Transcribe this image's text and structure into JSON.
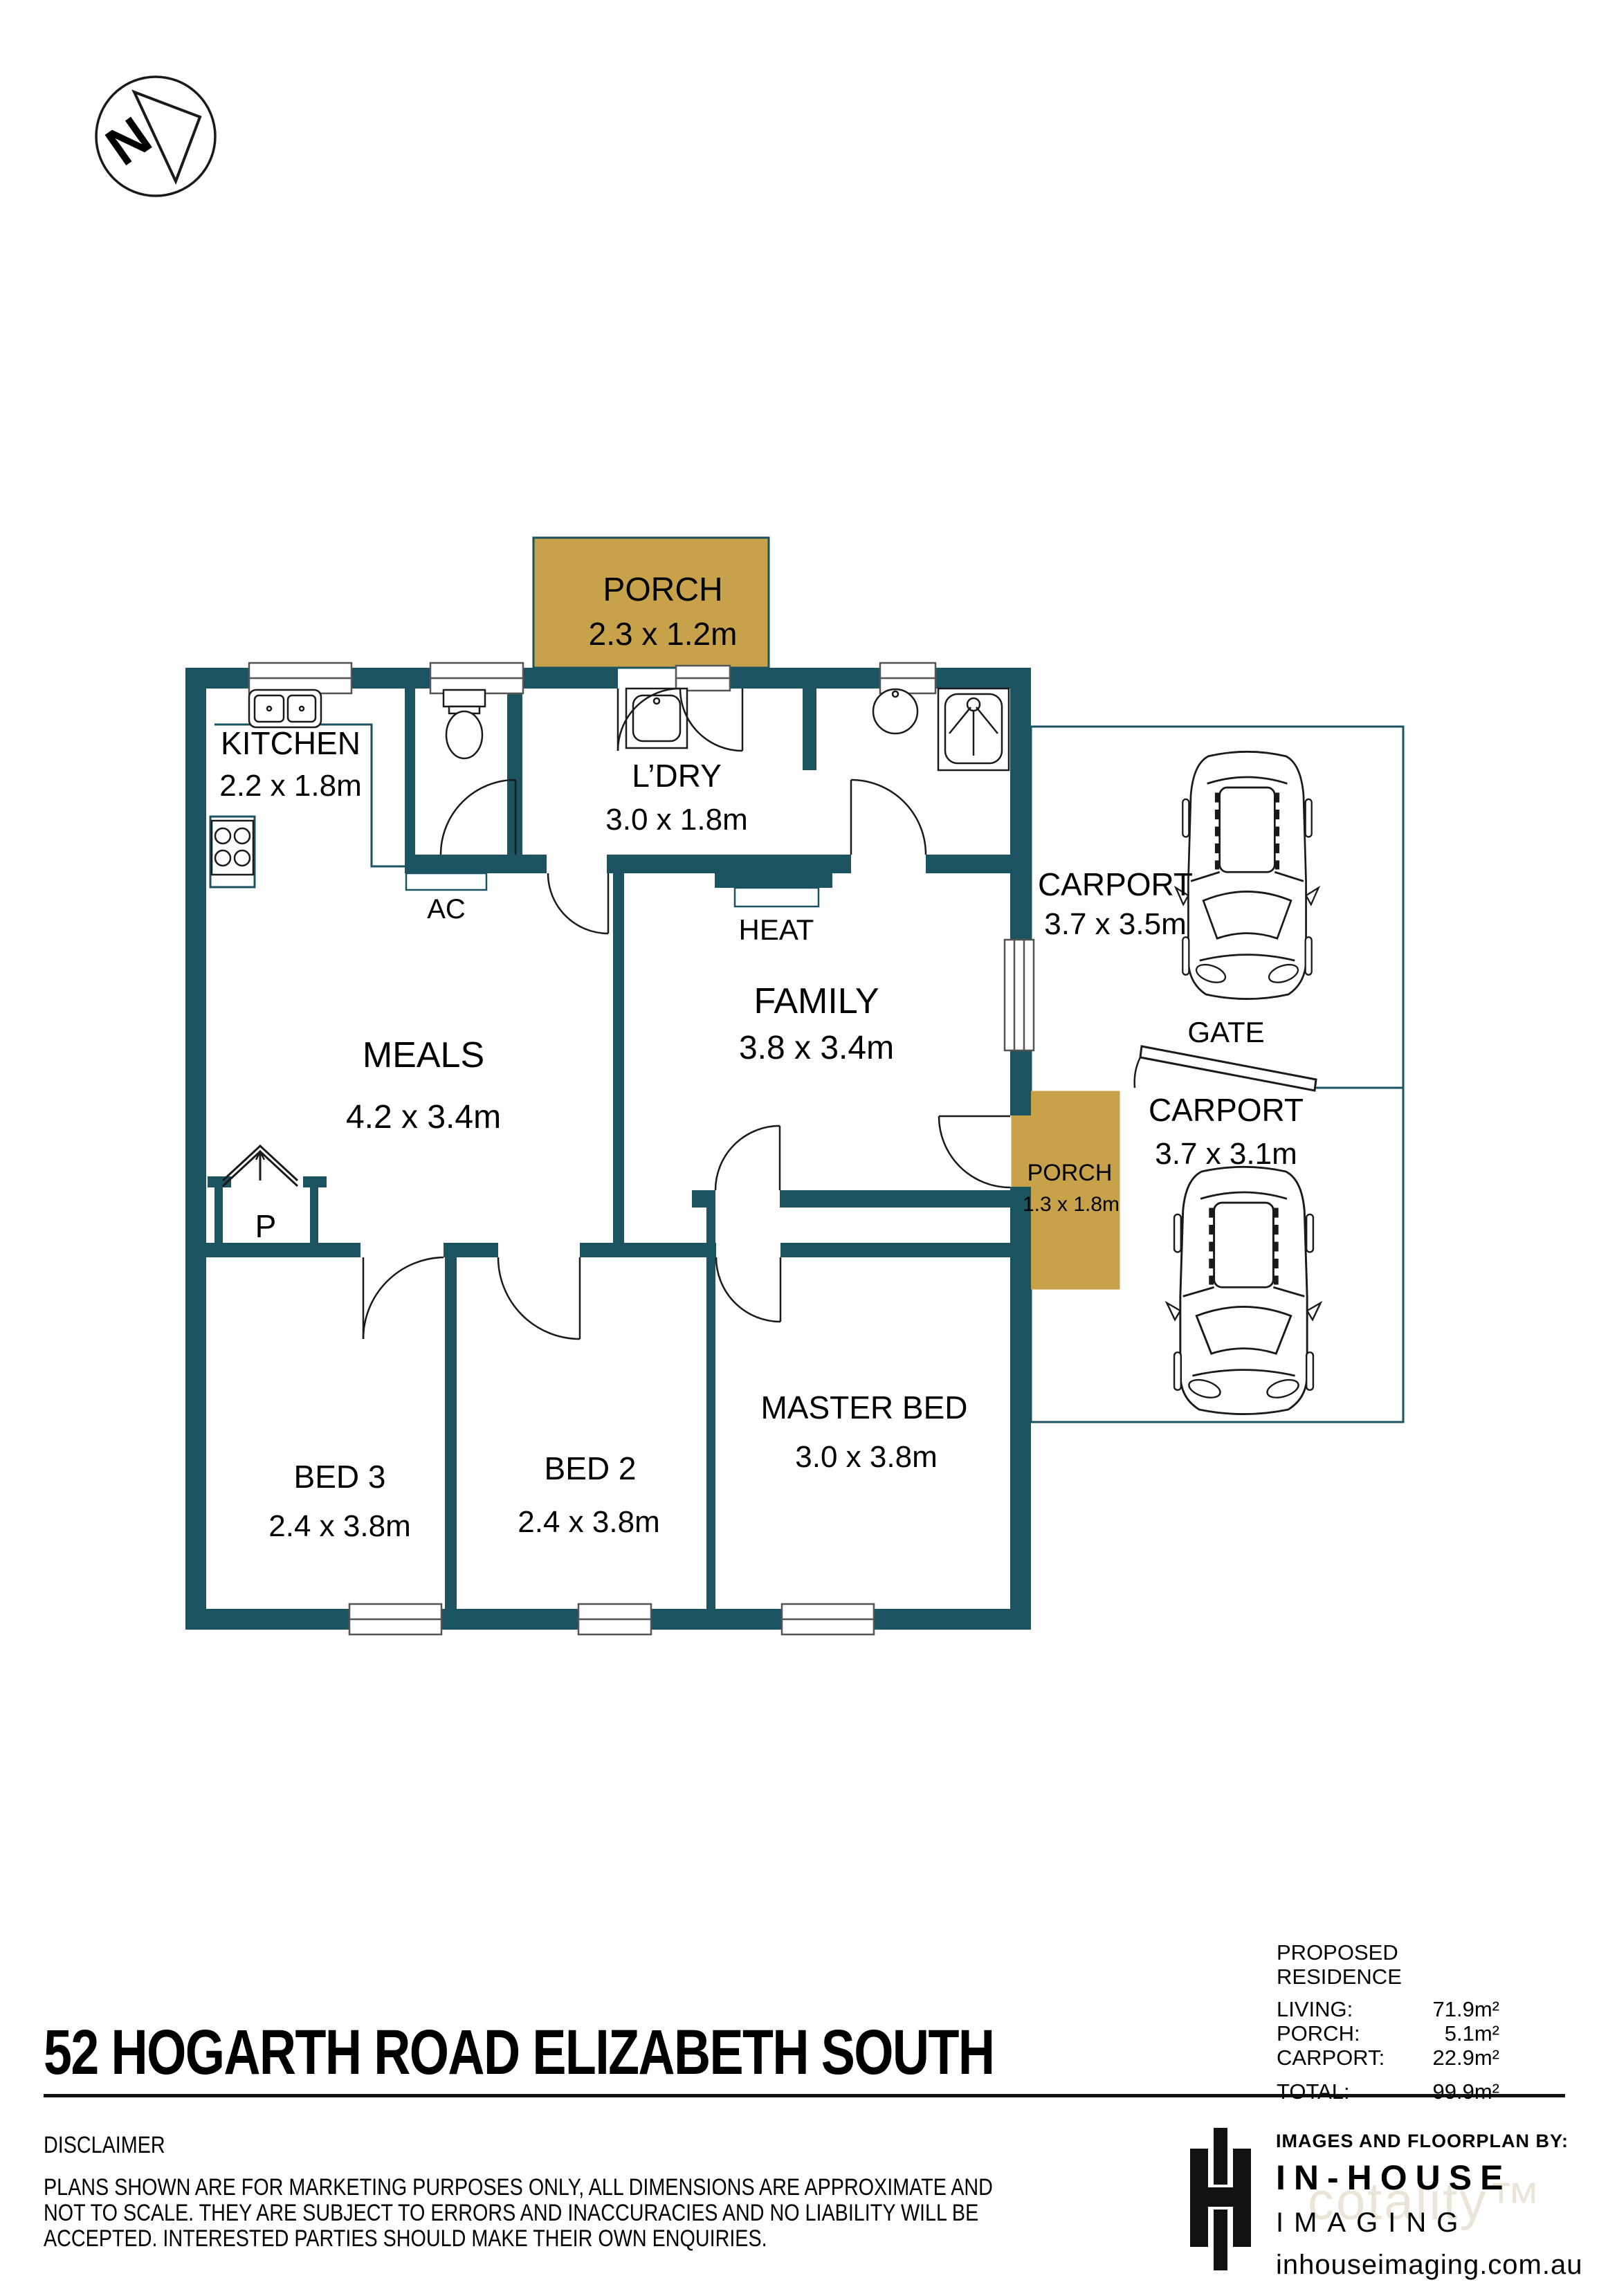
{
  "compass": {
    "north_label": "N"
  },
  "plan": {
    "porch_top": {
      "name": "PORCH",
      "dims": "2.3 x 1.2m"
    },
    "kitchen": {
      "name": "KITCHEN",
      "dims": "2.2 x 1.8m"
    },
    "laundry": {
      "name": "L’DRY",
      "dims": "3.0 x 1.8m"
    },
    "ac_label": "AC",
    "heat_label": "HEAT",
    "meals": {
      "name": "MEALS",
      "dims": "4.2 x 3.4m"
    },
    "family": {
      "name": "FAMILY",
      "dims": "3.8 x 3.4m"
    },
    "carport_rear": {
      "name": "CARPORT",
      "dims": "3.7 x 3.5m"
    },
    "gate_label": "GATE",
    "carport_front": {
      "name": "CARPORT",
      "dims": "3.7 x 3.1m"
    },
    "porch_side": {
      "name": "PORCH",
      "dims": "1.3 x 1.8m"
    },
    "bed3": {
      "name": "BED 3",
      "dims": "2.4 x 3.8m"
    },
    "bed2": {
      "name": "BED 2",
      "dims": "2.4 x 3.8m"
    },
    "master": {
      "name": "MASTER BED",
      "dims": "3.0 x 3.8m"
    },
    "pantry_label": "P"
  },
  "areas": {
    "title": "PROPOSED RESIDENCE",
    "rows": [
      {
        "label": "LIVING:",
        "value": "71.9m²"
      },
      {
        "label": "PORCH:",
        "value": "5.1m²"
      },
      {
        "label": "CARPORT:",
        "value": "22.9m²"
      }
    ],
    "total": {
      "label": "TOTAL:",
      "value": "99.9m²"
    }
  },
  "footer": {
    "address": "52 HOGARTH ROAD ELIZABETH SOUTH",
    "disclaimer_title": "DISCLAIMER",
    "disclaimer_lines": [
      "PLANS SHOWN ARE FOR MARKETING PURPOSES ONLY, ALL DIMENSIONS ARE APPROXIMATE AND",
      "NOT TO SCALE. THEY ARE SUBJECT TO ERRORS AND INACCURACIES AND NO LIABILITY WILL BE",
      "ACCEPTED. INTERESTED PARTIES SHOULD MAKE THEIR OWN ENQUIRIES."
    ]
  },
  "branding": {
    "tagline": "IMAGES AND FLOORPLAN BY:",
    "name_line1": "IN-HOUSE",
    "name_line2": "IMAGING",
    "website": "inhouseimaging.com.au",
    "watermark": "cotality™"
  },
  "colors": {
    "wall": "#1b5360",
    "porch_fill": "#c7a24b",
    "text": "#000000"
  }
}
